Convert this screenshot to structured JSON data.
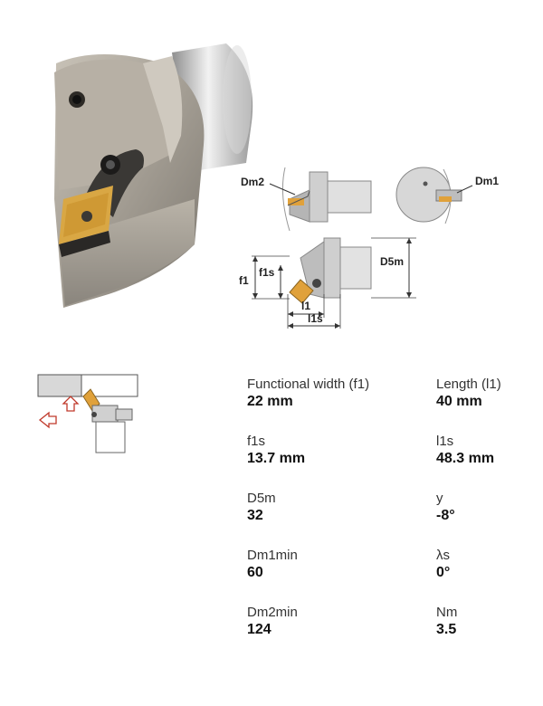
{
  "diagram_labels": {
    "dm2": "Dm2",
    "dm1": "Dm1",
    "d5m": "D5m",
    "f1": "f1",
    "f1s": "f1s",
    "l1": "l1",
    "l1s": "l1s"
  },
  "specs": [
    {
      "label": "Functional width (f1)",
      "value": "22 mm"
    },
    {
      "label": "Length (l1)",
      "value": "40 mm"
    },
    {
      "label": "f1s",
      "value": "13.7 mm"
    },
    {
      "label": "l1s",
      "value": "48.3 mm"
    },
    {
      "label": "D5m",
      "value": "32"
    },
    {
      "label": "y",
      "value": "-8°"
    },
    {
      "label": "Dm1min",
      "value": "60"
    },
    {
      "label": "λs",
      "value": "0°"
    },
    {
      "label": "Dm2min",
      "value": "124"
    },
    {
      "label": "Nm",
      "value": "3.5"
    }
  ],
  "colors": {
    "tool_body": "#a9a39a",
    "insert_gold": "#e0a13a",
    "arrow_red": "#c0392b"
  }
}
